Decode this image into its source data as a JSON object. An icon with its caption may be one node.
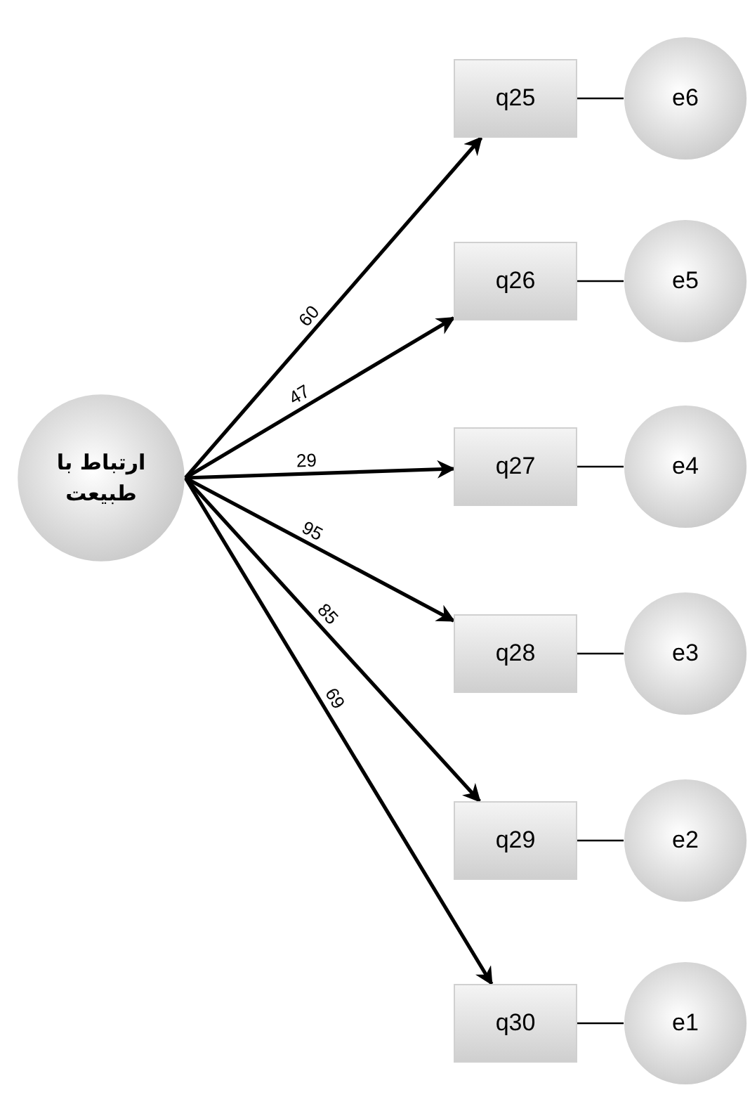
{
  "diagram": {
    "nodes": [
      {
        "text": [
          "ارتباط با طبیعت"
        ]
      },
      {
        "text": [
          "q25"
        ]
      },
      {
        "text": [
          "q26"
        ]
      },
      {
        "text": [
          "q27"
        ]
      },
      {
        "text": [
          "q28"
        ]
      },
      {
        "text": [
          "q29"
        ]
      },
      {
        "text": [
          "q30"
        ]
      },
      {
        "text": [
          "e6"
        ]
      },
      {
        "text": [
          "e5"
        ]
      },
      {
        "text": [
          "e4"
        ]
      },
      {
        "text": [
          "e3"
        ]
      },
      {
        "text": [
          "e2"
        ]
      },
      {
        "text": [
          "e1"
        ]
      }
    ],
    "edges": [
      {
        "from": 0,
        "to": 1,
        "arrow": "to",
        "label": "60"
      },
      {
        "from": 0,
        "to": 2,
        "arrow": "to",
        "label": "47"
      },
      {
        "from": 0,
        "to": 3,
        "arrow": "to",
        "label": "29"
      },
      {
        "from": 0,
        "to": 4,
        "arrow": "to",
        "label": "95"
      },
      {
        "from": 0,
        "to": 5,
        "arrow": "to",
        "label": "85"
      },
      {
        "from": 0,
        "to": 6,
        "arrow": "to",
        "label": "69"
      },
      {
        "from": 1,
        "to": 7,
        "arrow": "none"
      },
      {
        "from": 2,
        "to": 8,
        "arrow": "none"
      },
      {
        "from": 3,
        "to": 9,
        "arrow": "none"
      },
      {
        "from": 4,
        "to": 10,
        "arrow": "none"
      },
      {
        "from": 5,
        "to": 11,
        "arrow": "none"
      },
      {
        "from": 6,
        "to": 12,
        "arrow": "none"
      }
    ]
  }
}
